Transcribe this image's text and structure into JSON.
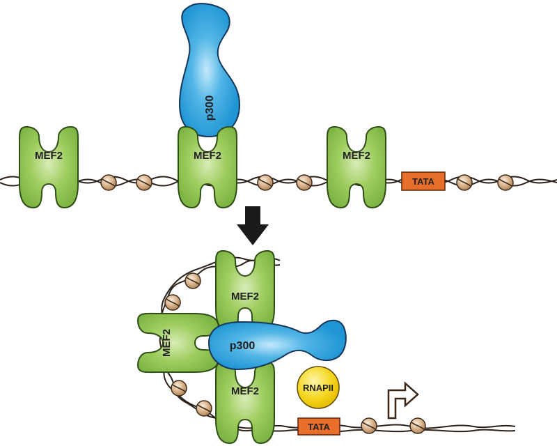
{
  "labels": {
    "mef2": "MEF2",
    "p300": "p300",
    "tata": "TATA",
    "rnapii": "RNAPII"
  },
  "colors": {
    "mef2_fill": "#8cc34d",
    "mef2_stroke": "#2f4d16",
    "p300_fill": "#2a9ed9",
    "p300_highlight": "#bfe6fa",
    "tata_fill": "#e86f2b",
    "rnapii_fill": "#f5d21c",
    "nucleosome_fill": "#d9b48c",
    "dna": "#2b211b",
    "arrow": "#1a1a1a"
  },
  "icons": {
    "transition_arrow": "arrow-down-icon",
    "transcription_start": "bent-arrow-icon"
  }
}
